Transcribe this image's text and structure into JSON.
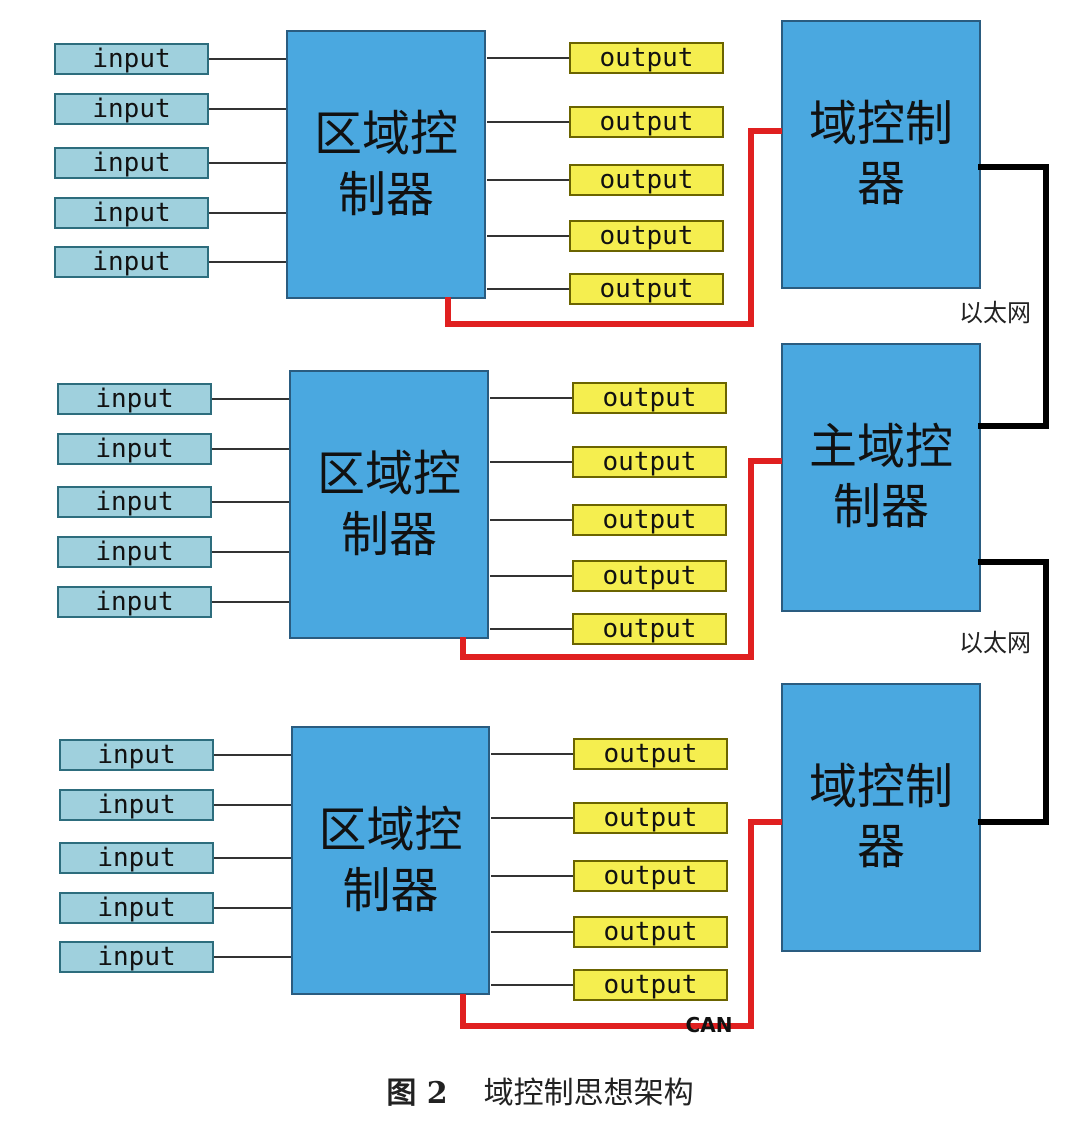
{
  "labels": {
    "input": "input",
    "output": "output",
    "zone_controller_line1": "区域控",
    "zone_controller_line2": "制器",
    "domain_controller_line1": "域控制",
    "domain_controller_line2": "器",
    "main_domain_controller_line1": "主域控",
    "main_domain_controller_line2": "制器",
    "ethernet": "以太网",
    "can": "CAN"
  },
  "caption": {
    "figure_number": "图 2",
    "title": "域控制思想架构"
  },
  "colors": {
    "controller_fill": "#4aa8e0",
    "input_fill": "#9fd0dd",
    "output_fill": "#f5ee4f",
    "can_line": "#e02020",
    "ethernet_line": "#000000",
    "wire": "#333333"
  }
}
